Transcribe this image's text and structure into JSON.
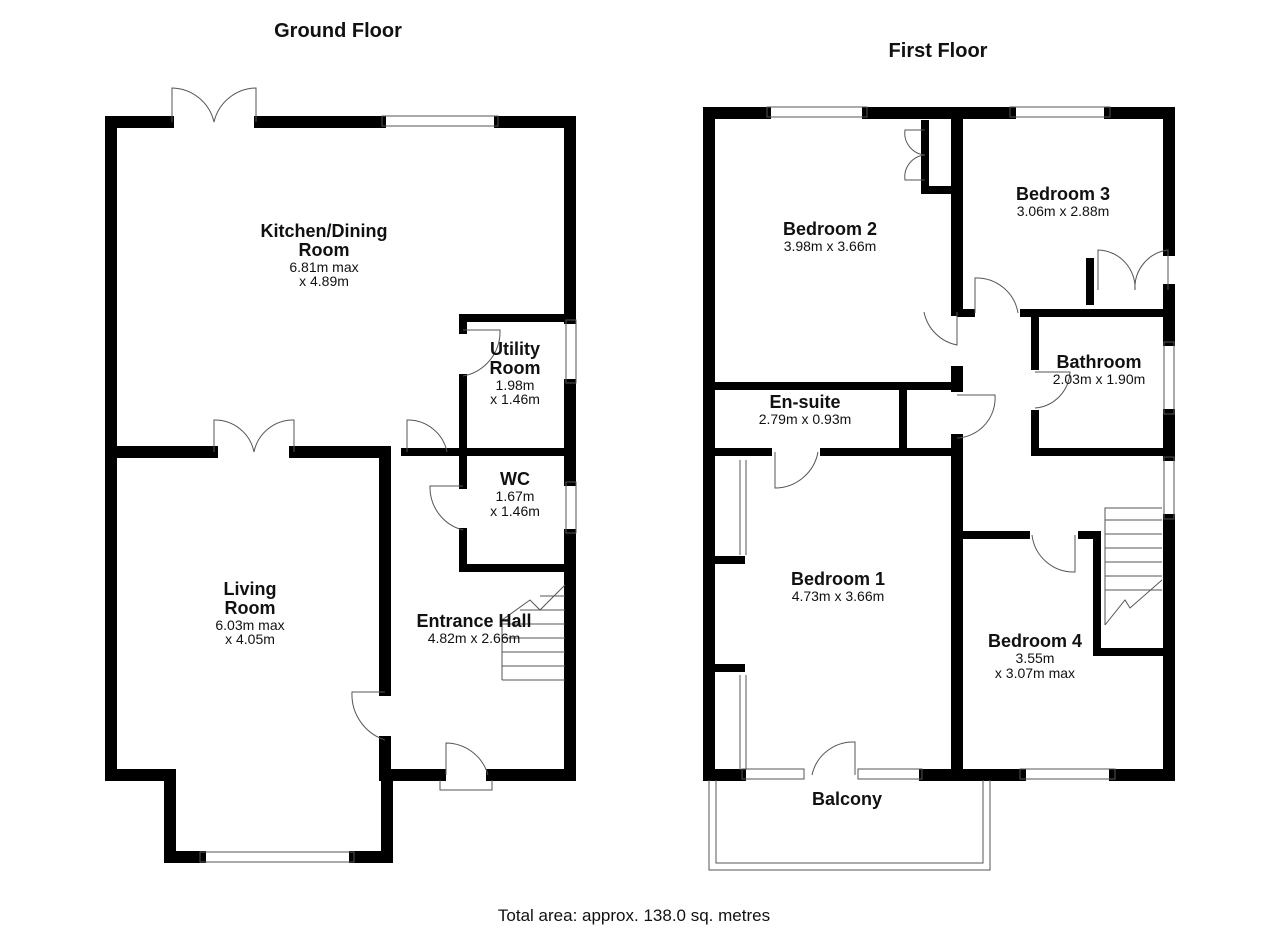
{
  "titles": {
    "ground": "Ground Floor",
    "first": "First Floor"
  },
  "ground_rooms": [
    {
      "name": "Kitchen/Dining Room",
      "dims": [
        "6.81m max",
        "x 4.89m"
      ]
    },
    {
      "name": "Utility Room",
      "dims": [
        "1.98m",
        "x 1.46m"
      ]
    },
    {
      "name": "WC",
      "dims": [
        "1.67m",
        "x 1.46m"
      ]
    },
    {
      "name": "Living Room",
      "dims": [
        "6.03m max",
        "x 4.05m"
      ]
    },
    {
      "name": "Entrance Hall",
      "dims": [
        "4.82m x 2.66m"
      ]
    }
  ],
  "first_rooms": [
    {
      "name": "Bedroom 2",
      "dims": [
        "3.98m x 3.66m"
      ]
    },
    {
      "name": "Bedroom 3",
      "dims": [
        "3.06m x 2.88m"
      ]
    },
    {
      "name": "Bathroom",
      "dims": [
        "2.03m x 1.90m"
      ]
    },
    {
      "name": "En-suite",
      "dims": [
        "2.79m x 0.93m"
      ]
    },
    {
      "name": "Bedroom 1",
      "dims": [
        "4.73m x 3.66m"
      ]
    },
    {
      "name": "Bedroom 4",
      "dims": [
        "3.55m",
        "x 3.07m max"
      ]
    },
    {
      "name": "Balcony",
      "dims": []
    }
  ],
  "total_area": "Total area: approx. 138.0 sq. metres"
}
